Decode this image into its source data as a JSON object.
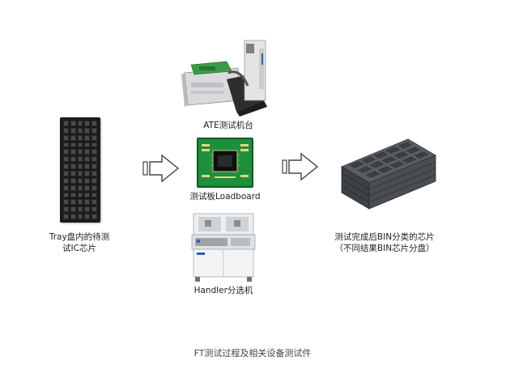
{
  "diagram": {
    "tray_label_line1": "Tray盘内的待测",
    "tray_label_line2": "试IC芯片",
    "ate_label": "ATE测试机台",
    "loadboard_label": "测试板Loadboard",
    "handler_label": "Handler分选机",
    "bin_label_line1": "测试完成后BIN分类的芯片",
    "bin_label_line2": "（不同结果BIN芯片分盘）",
    "caption": "FT测试过程及相关设备测试件"
  },
  "colors": {
    "tray": "#1b1b1b",
    "pcb_green": "#1e8f3c",
    "bin_gray": "#4f5358",
    "arrow_outline": "#444444"
  },
  "icons": [
    "tray-image",
    "right-arrow-icon",
    "ate-tester-image",
    "loadboard-image",
    "handler-image",
    "bin-tray-image"
  ]
}
